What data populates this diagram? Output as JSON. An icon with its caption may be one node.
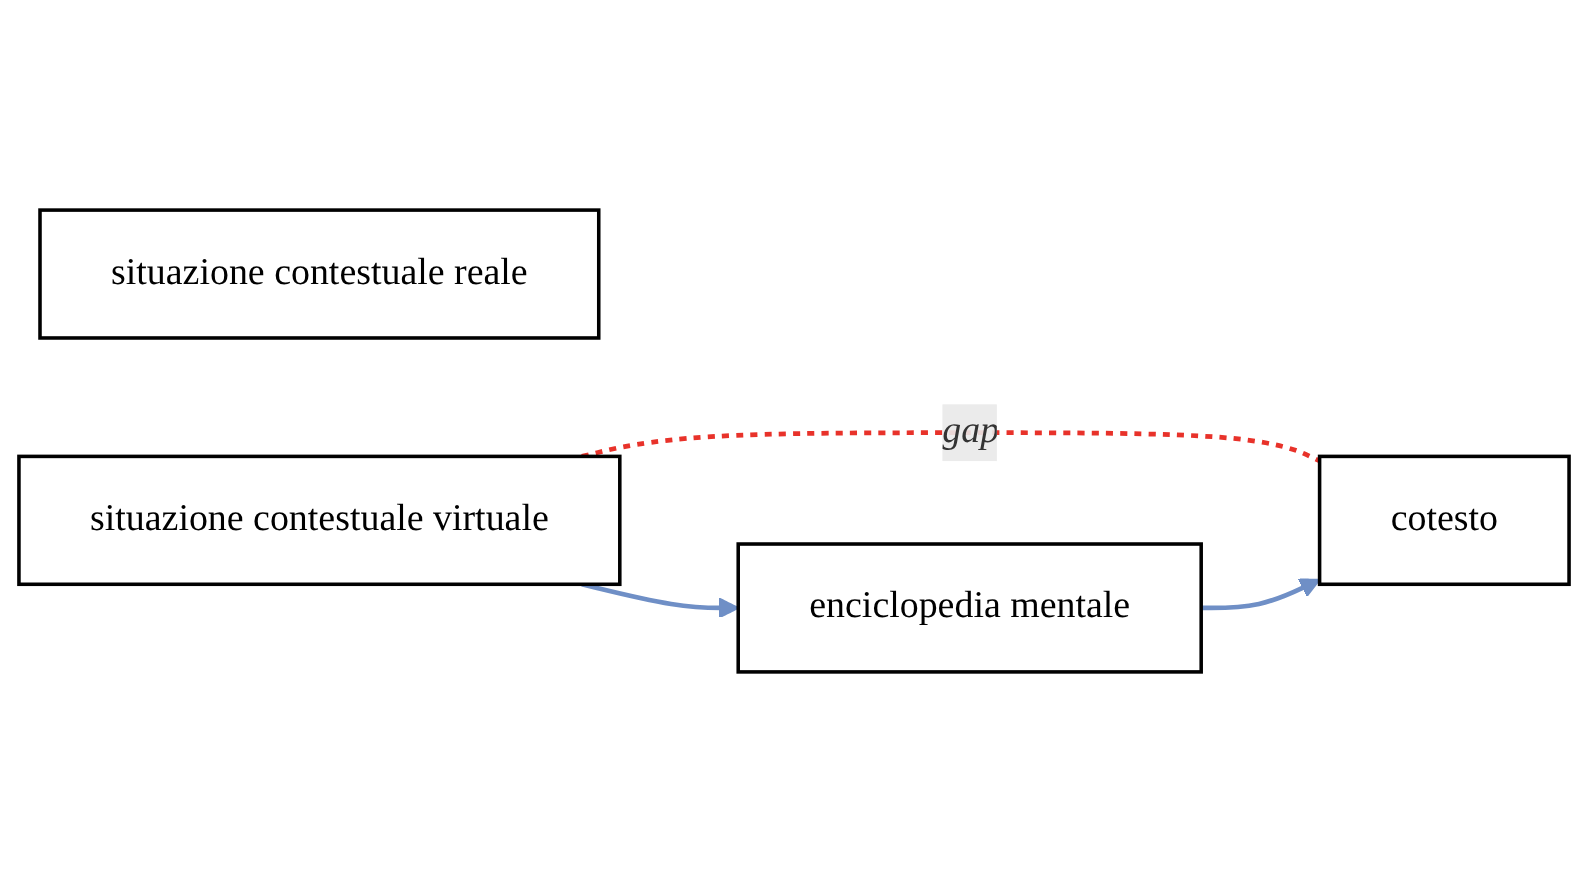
{
  "diagram": {
    "nodes": [
      {
        "text": [
          "situazione contestuale reale"
        ]
      },
      {
        "text": [
          "situazione contestuale virtuale"
        ]
      },
      {
        "text": [
          "cotesto"
        ]
      },
      {
        "text": [
          "enciclopedia mentale"
        ]
      }
    ],
    "edges": [
      {
        "from": 1,
        "to": 2,
        "arrow": "none",
        "label": "gap",
        "style": "dashed",
        "color": "#e8322a"
      },
      {
        "from": 1,
        "to": 3,
        "arrow": "to"
      },
      {
        "from": 3,
        "to": 2,
        "arrow": "to"
      }
    ]
  }
}
